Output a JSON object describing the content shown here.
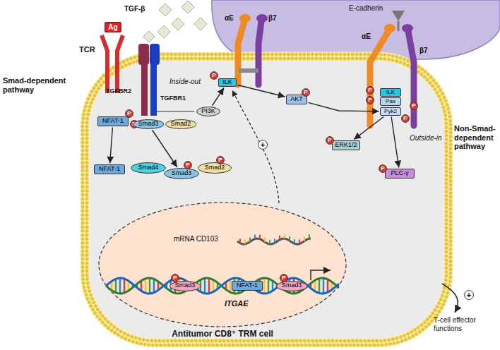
{
  "diagram": {
    "caption": "Antitumor CD8⁺ TRM cell",
    "nodes": [
      {
        "text": [
          "Ag"
        ]
      },
      {
        "text": [
          "NFAT-1"
        ]
      },
      {
        "text": [
          "P"
        ]
      },
      {
        "text": [
          "P"
        ]
      },
      {
        "text": [
          "Smad3"
        ]
      },
      {
        "text": [
          "Smad2"
        ]
      },
      {
        "text": [
          "PI3K"
        ]
      },
      {
        "text": [
          "P"
        ]
      },
      {
        "text": [
          "ILK"
        ]
      },
      {
        "text": [
          "AKT"
        ]
      },
      {
        "text": [
          "P"
        ]
      },
      {
        "text": [
          "NFAT-1"
        ]
      },
      {
        "text": [
          "Smad4"
        ]
      },
      {
        "text": [
          "Smad3"
        ]
      },
      {
        "text": [
          "P"
        ]
      },
      {
        "text": [
          "Smad2"
        ]
      },
      {
        "text": [
          "P"
        ]
      },
      {
        "text": [
          "P"
        ]
      },
      {
        "text": [
          "P"
        ]
      },
      {
        "text": [
          "ILK"
        ]
      },
      {
        "text": [
          "Pax"
        ]
      },
      {
        "text": [
          "P"
        ]
      },
      {
        "text": [
          "Pyk2"
        ]
      },
      {
        "text": [
          "P"
        ]
      },
      {
        "text": [
          "ERK1/2"
        ]
      },
      {
        "text": [
          "P"
        ]
      },
      {
        "text": [
          "PLC-γ"
        ]
      },
      {
        "text": [
          "P"
        ]
      },
      {
        "text": [
          "+"
        ]
      },
      {
        "text": [
          "+"
        ]
      },
      {
        "text": [
          "Smad3"
        ]
      },
      {
        "text": [
          "P"
        ]
      },
      {
        "text": [
          "NFAT-1"
        ]
      },
      {
        "text": [
          "Smad3"
        ]
      },
      {
        "text": [
          "P"
        ]
      }
    ],
    "edges": [
      {
        "from": 1,
        "to": 11,
        "arrow": "to"
      },
      {
        "from": 4,
        "to": 13,
        "arrow": "to"
      },
      {
        "from": 6,
        "to": 8,
        "arrow": "to"
      },
      {
        "from": 8,
        "to": 9,
        "arrow": "to"
      },
      {
        "from": 9,
        "to": 22,
        "arrow": "to"
      },
      {
        "from": 22,
        "to": 24,
        "arrow": "to"
      },
      {
        "from": 22,
        "to": 26,
        "arrow": "to"
      }
    ],
    "labels": [
      "TGF-β",
      "TCR",
      "TGFBR2",
      "TGFBR1",
      "E-cadherin",
      "αE",
      "β7",
      "αE",
      "β7",
      "Smad-dependent pathway",
      "Non-Smad-dependent pathway",
      "Inside-out",
      "Outside-in",
      "mRNA CD103",
      "ITGAE",
      "T-cell effector functions"
    ]
  }
}
